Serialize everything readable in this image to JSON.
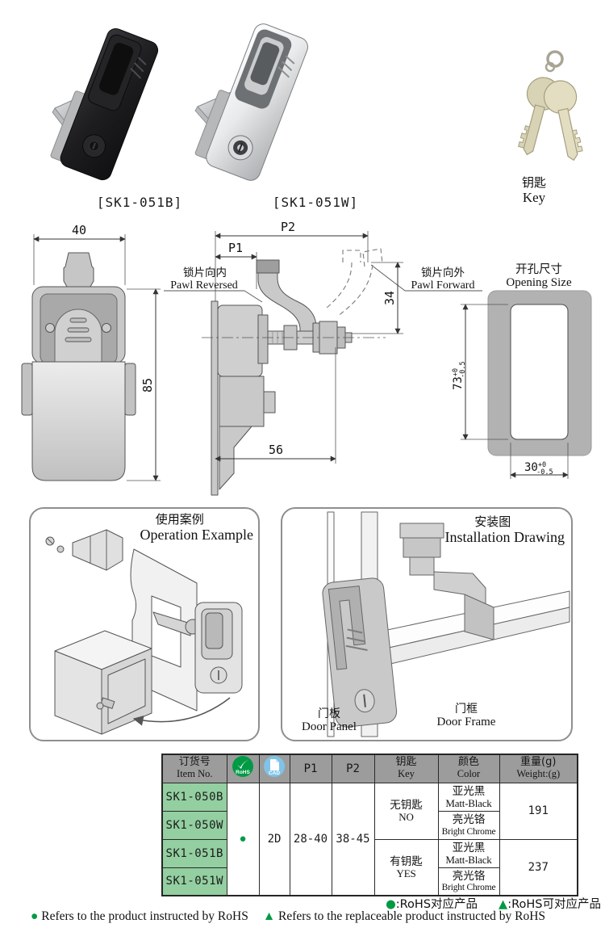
{
  "products": {
    "black_label": "[SK1-051B]",
    "chrome_label": "[SK1-051W]",
    "key_label_zh": "钥匙",
    "key_label_en": "Key"
  },
  "drawings": {
    "front": {
      "width_dim": "40",
      "height_dim": "85"
    },
    "side": {
      "p1": "P1",
      "p2": "P2",
      "depth_dim": "34",
      "length_dim": "56",
      "pawl_reversed_zh": "锁片向内",
      "pawl_reversed_en": "Pawl Reversed",
      "pawl_forward_zh": "锁片向外",
      "pawl_forward_en": "Pawl Forward"
    },
    "opening": {
      "title_zh": "开孔尺寸",
      "title_en": "Opening Size",
      "height_dim": "73",
      "width_dim": "30",
      "tol_plus": "+0",
      "tol_minus": "-0.5"
    }
  },
  "operation_box": {
    "title_zh": "使用案例",
    "title_en": "Operation Example"
  },
  "installation_box": {
    "title_zh": "安装图",
    "title_en": "Installation Drawing",
    "door_panel_zh": "门板",
    "door_panel_en": "Door Panel",
    "door_frame_zh": "门框",
    "door_frame_en": "Door Frame"
  },
  "table": {
    "headers": {
      "item_zh": "订货号",
      "item_en": "Item No.",
      "rohs": "RoHS",
      "cad": "CAD",
      "p1": "P1",
      "p2": "P2",
      "key_zh": "钥匙",
      "key_en": "Key",
      "color_zh": "颜色",
      "color_en": "Color",
      "weight_zh": "重量(g)",
      "weight_en": "Weight:(g)"
    },
    "items": [
      "SK1-050B",
      "SK1-050W",
      "SK1-051B",
      "SK1-051W"
    ],
    "rohs_mark": "●",
    "cad_value": "2D",
    "p1_value": "28-40",
    "p2_value": "38-45",
    "key_no_zh": "无钥匙",
    "key_no_en": "NO",
    "key_yes_zh": "有钥匙",
    "key_yes_en": "YES",
    "colors": {
      "matt_zh": "亚光黑",
      "matt_en": "Matt-Black",
      "chrome_zh": "亮光铬",
      "chrome_en": "Bright Chrome"
    },
    "weights": [
      "191",
      "237"
    ]
  },
  "footer": {
    "dot": "●",
    "triangle": "▲",
    "legend_dot_zh": ":RoHS对应产品",
    "legend_tri_zh": ":RoHS可对应产品",
    "legend_dot_en": "Refers to the product instructed by RoHS",
    "legend_tri_en": "Refers to the replaceable product instructed by RoHS"
  },
  "colors": {
    "accent_green": "#009a44",
    "cad_blue": "#7fc3e8",
    "cell_green": "#93cfa0",
    "header_gray": "#9c9c9c"
  }
}
